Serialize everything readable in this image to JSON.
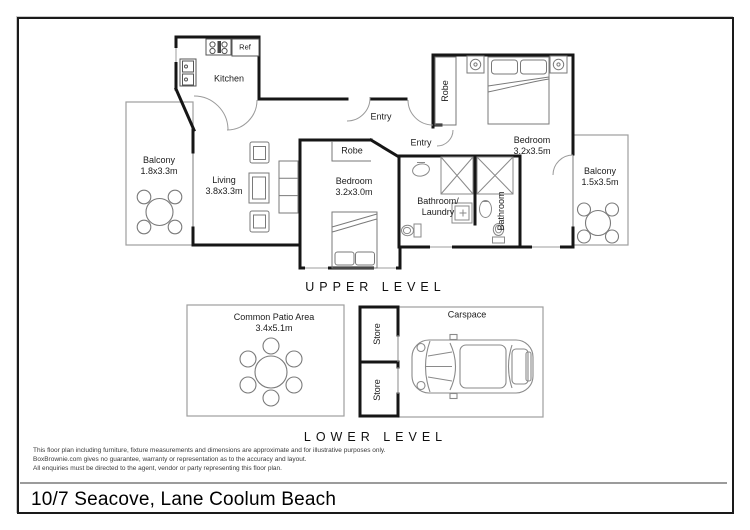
{
  "upper": {
    "title": "UPPER LEVEL",
    "kitchen": {
      "label": "Kitchen",
      "ref": "Ref"
    },
    "balcony_left": {
      "label": "Balcony",
      "dims": "1.8x3.3m"
    },
    "living": {
      "label": "Living",
      "dims": "3.8x3.3m"
    },
    "bedroom_small": {
      "label": "Bedroom",
      "dims": "3.2x3.0m"
    },
    "robe_small": {
      "label": "Robe"
    },
    "entry_top": {
      "label": "Entry"
    },
    "entry_inner": {
      "label": "Entry"
    },
    "robe_main": {
      "label": "Robe"
    },
    "bedroom_main": {
      "label": "Bedroom",
      "dims": "3.2x3.5m"
    },
    "bathroom_laundry": {
      "line1": "Bathroom/",
      "line2": "Laundry"
    },
    "bathroom_main": {
      "label": "Bathroom"
    },
    "balcony_right": {
      "label": "Balcony",
      "dims": "1.5x3.5m"
    }
  },
  "lower": {
    "title": "LOWER LEVEL",
    "patio": {
      "label": "Common Patio Area",
      "dims": "3.4x5.1m"
    },
    "store_top": {
      "label": "Store"
    },
    "store_bottom": {
      "label": "Store"
    },
    "carspace": {
      "label": "Carspace"
    }
  },
  "footer": {
    "disclaimer_line1": "This floor plan including furniture, fixture measurements and dimensions are approximate and for illustrative purposes only.",
    "disclaimer_line2": "BoxBrownie.com gives no guarantee, warranty or representation as to the accuracy and layout.",
    "disclaimer_line3": "All enquiries must be directed to the agent, vendor or party representing this floor plan.",
    "address": "10/7 Seacove, Lane Coolum Beach"
  },
  "colors": {
    "wall": "#161616",
    "fixture": "#8a8a8a",
    "outdoor_line": "#9e9e9e",
    "divider": "#9b9b9b"
  }
}
